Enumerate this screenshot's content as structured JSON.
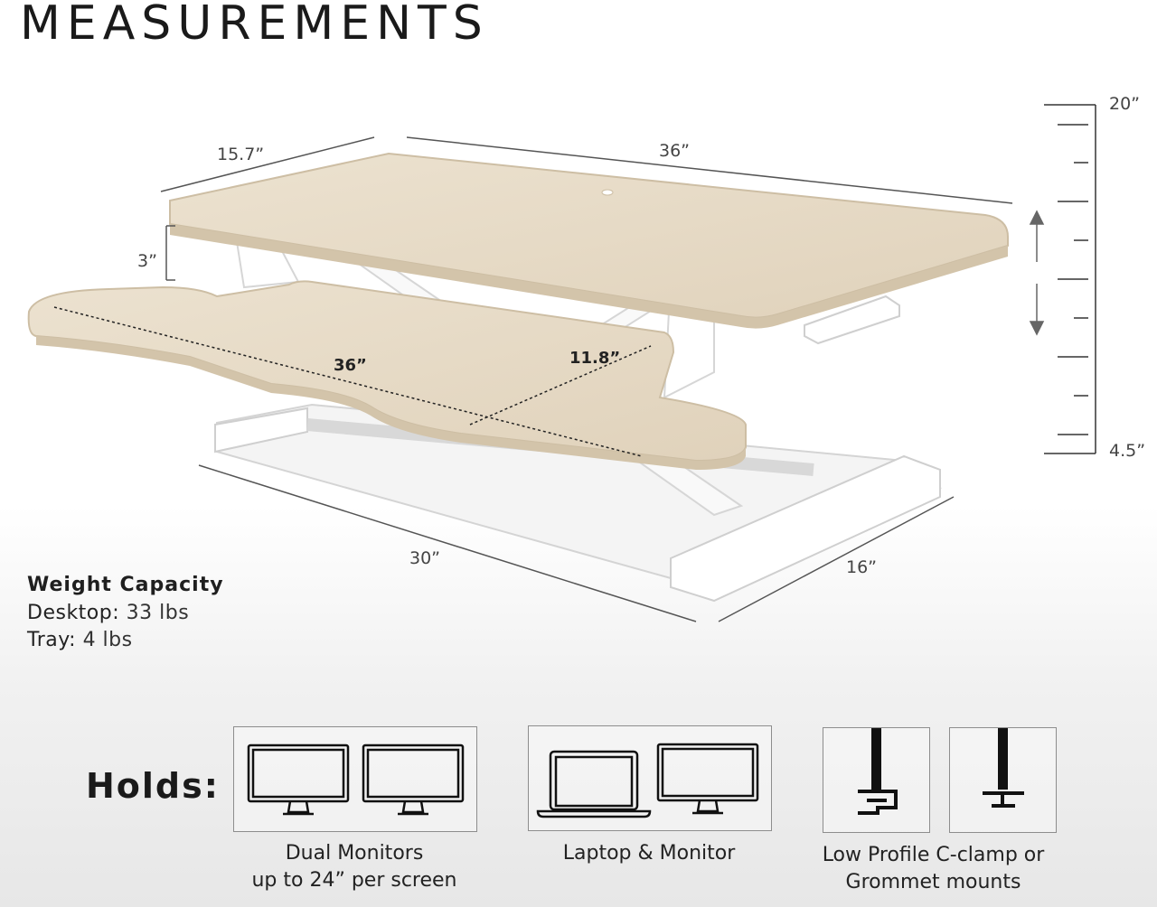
{
  "title": "MEASUREMENTS",
  "dimensions": {
    "top_depth": "15.7”",
    "top_width": "36”",
    "tray_gap": "3”",
    "tray_width": "36”",
    "tray_depth": "11.8”",
    "base_width": "30”",
    "base_depth": "16”",
    "height_max": "20”",
    "height_min": "4.5”"
  },
  "weight_capacity": {
    "heading": "Weight Capacity",
    "desktop_label": "Desktop:",
    "desktop_value": "33 lbs",
    "tray_label": "Tray:",
    "tray_value": "4 lbs"
  },
  "holds": {
    "label": "Holds:",
    "options": [
      {
        "caption_line1": "Dual Monitors",
        "caption_line2": "up to 24” per screen",
        "icons": [
          "monitor-icon",
          "monitor-icon"
        ]
      },
      {
        "caption_line1": "Laptop & Monitor",
        "icons": [
          "laptop-icon",
          "monitor-icon"
        ]
      },
      {
        "caption_line1": "Low Profile C-clamp or",
        "caption_line2": "Grommet mounts",
        "icons": [
          "c-clamp-icon",
          "grommet-icon"
        ]
      }
    ]
  },
  "colors": {
    "wood": "#e6d9c4",
    "wood_edge": "#cfc0a6",
    "frame": "#f7f7f7",
    "outline": "#8d8d8d"
  }
}
